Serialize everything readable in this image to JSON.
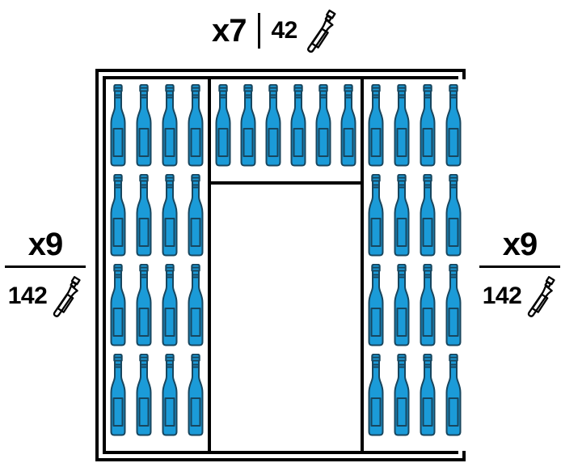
{
  "labels": {
    "top": {
      "multiplier": "x7",
      "count": "42",
      "icon": "bottle-outline-icon"
    },
    "left": {
      "multiplier": "x9",
      "count": "142",
      "icon": "bottle-outline-icon"
    },
    "right": {
      "multiplier": "x9",
      "count": "142",
      "icon": "bottle-outline-icon"
    }
  },
  "rack": {
    "name": "wine-rack",
    "columns": [
      {
        "id": "left",
        "rows": [
          {
            "bottles": 4
          },
          {
            "bottles": 4
          },
          {
            "bottles": 4
          },
          {
            "bottles": 4
          }
        ],
        "total": 16
      },
      {
        "id": "center",
        "rows": [
          {
            "bottles": 6
          }
        ],
        "empty_compartment": true,
        "total": 6
      },
      {
        "id": "right",
        "rows": [
          {
            "bottles": 4
          },
          {
            "bottles": 4
          },
          {
            "bottles": 4
          },
          {
            "bottles": 4
          }
        ],
        "total": 16
      }
    ]
  },
  "colors": {
    "bottle_fill": "#1B9BD8",
    "bottle_stroke": "#18465e",
    "bottle_label_stroke": "#18465e",
    "frame": "#000000",
    "background": "#ffffff",
    "text": "#000000"
  }
}
